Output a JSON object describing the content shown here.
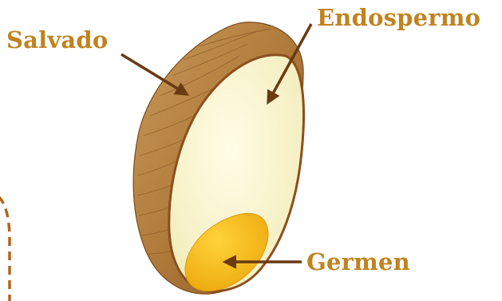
{
  "labels": {
    "bran": "Salvado",
    "endosperm": "Endospermo",
    "germ": "Germen"
  },
  "colors": {
    "label_text": "#c0831f",
    "arrow": "#6a3a12",
    "bran": "#b98442",
    "bran_dark": "#7a4a1c",
    "endosperm": "#fbf6d4",
    "germ": "#f3b514",
    "dashed_line": "#b3651c"
  }
}
